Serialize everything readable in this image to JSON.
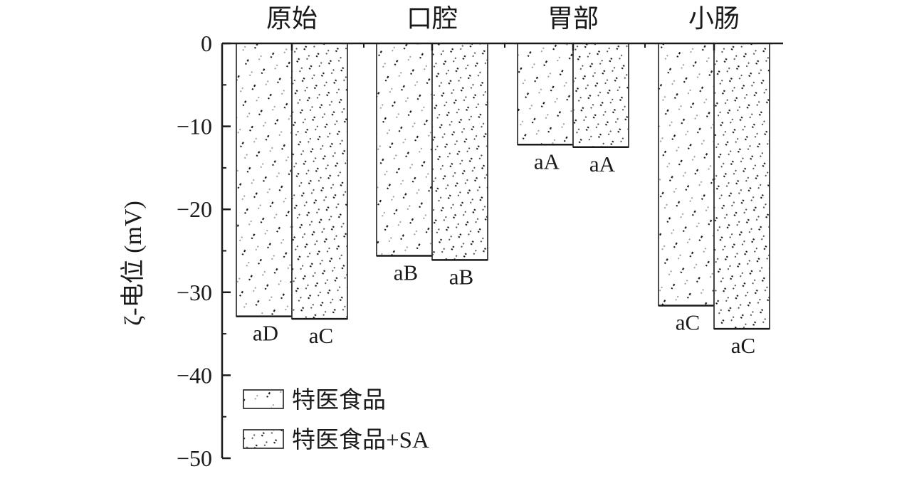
{
  "chart_data": {
    "type": "bar",
    "title": "",
    "xlabel": "",
    "ylabel": "ζ-电位 (mV)",
    "ylim": [
      -50,
      0
    ],
    "yticks": [
      0,
      -10,
      -20,
      -30,
      -40,
      -50
    ],
    "ytick_labels": [
      "0",
      "−10",
      "−20",
      "−30",
      "−40",
      "−50"
    ],
    "x_axis_position": "top",
    "grid": false,
    "legend_position": "bottom-left",
    "categories": [
      "原始",
      "口腔",
      "胃部",
      "小肠"
    ],
    "series": [
      {
        "name": "特医食品",
        "values": [
          -32.9,
          -25.6,
          -12.2,
          -31.6
        ],
        "labels": [
          "aD",
          "aB",
          "aA",
          "aC"
        ],
        "pattern": "hatch-light"
      },
      {
        "name": "特医食品+SA",
        "values": [
          -33.2,
          -26.1,
          -12.5,
          -34.4
        ],
        "labels": [
          "aC",
          "aB",
          "aA",
          "aC"
        ],
        "pattern": "hatch-dense"
      }
    ],
    "colors": {
      "axis": "#1a1a1a",
      "bar_stroke": "#333333",
      "hatch_dark": "#1a1a1a",
      "hatch_light": "#9a9a9a"
    }
  }
}
